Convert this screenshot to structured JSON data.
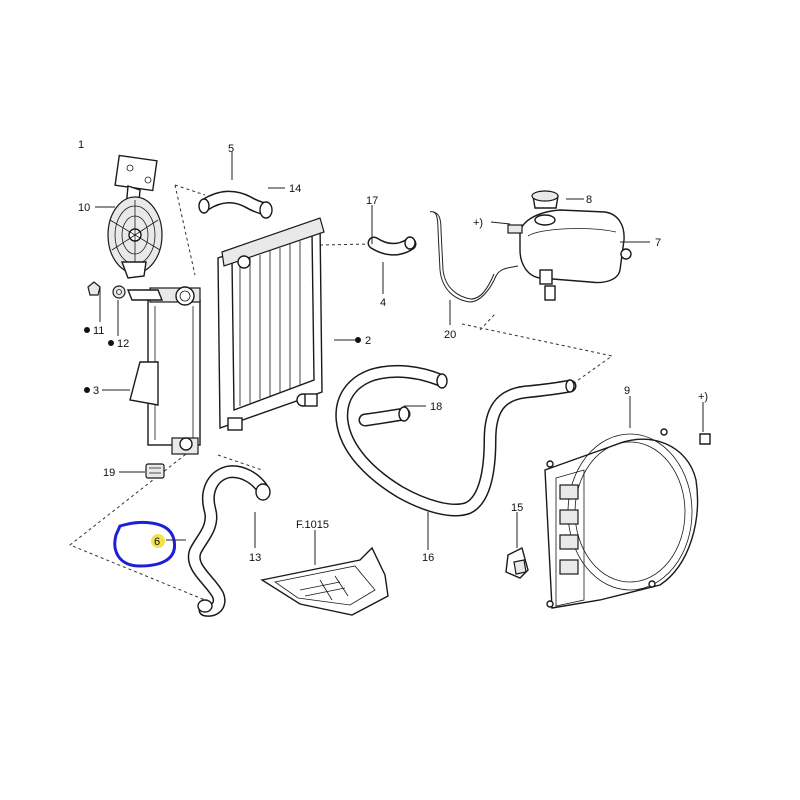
{
  "diagram": {
    "callouts": {
      "c1": "1",
      "c2": "2",
      "c3": "3",
      "c4": "4",
      "c5": "5",
      "c6": "6",
      "c7": "7",
      "c8": "8",
      "c9": "9",
      "c10": "10",
      "c11": "11",
      "c12": "12",
      "c13": "13",
      "c14": "14",
      "c15": "15",
      "c16": "16",
      "c17": "17",
      "c18": "18",
      "c19": "19",
      "c20": "20",
      "ref": "F.1015",
      "plus1": "+)",
      "plus2": "+)"
    },
    "highlight_color": "#1f1fd6"
  }
}
